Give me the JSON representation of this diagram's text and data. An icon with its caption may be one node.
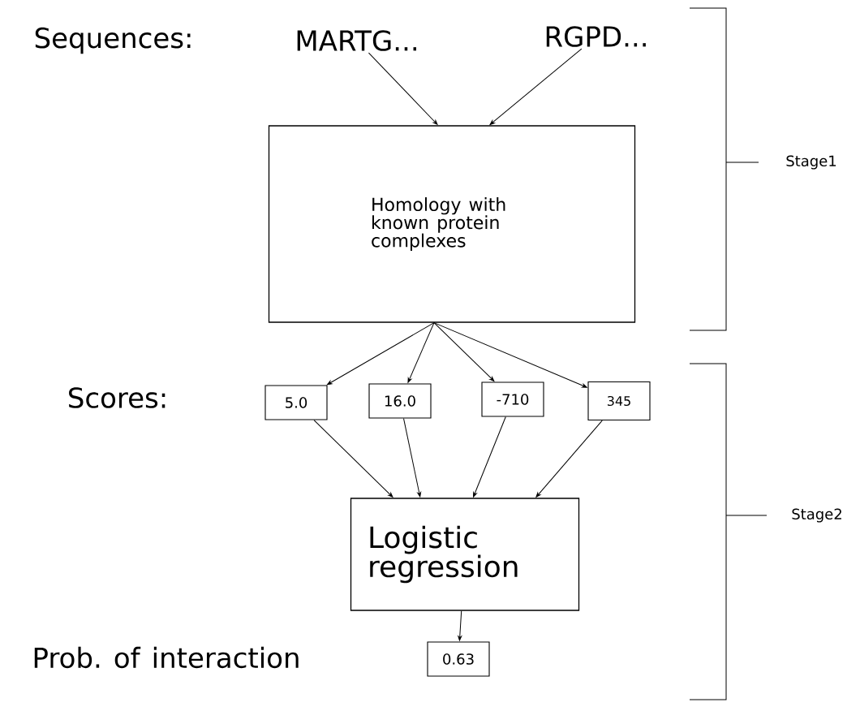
{
  "diagram": {
    "nodes": [
      {
        "text": [
          "MARTG..."
        ]
      },
      {
        "text": [
          "RGPD..."
        ]
      },
      {
        "text": [
          "Homology with known protein complexes"
        ]
      },
      {
        "text": [
          "5.0"
        ]
      },
      {
        "text": [
          "16.0"
        ]
      },
      {
        "text": [
          "-710"
        ]
      },
      {
        "text": [
          "345"
        ]
      },
      {
        "text": [
          "Logistic regression"
        ]
      },
      {
        "text": [
          "0.63"
        ]
      }
    ],
    "edges": [
      {
        "from": 0,
        "to": 2,
        "arrow": "to"
      },
      {
        "from": 1,
        "to": 2,
        "arrow": "to"
      },
      {
        "from": 2,
        "to": 3,
        "arrow": "to"
      },
      {
        "from": 2,
        "to": 4,
        "arrow": "to"
      },
      {
        "from": 2,
        "to": 5,
        "arrow": "to"
      },
      {
        "from": 2,
        "to": 6,
        "arrow": "to"
      },
      {
        "from": 3,
        "to": 7,
        "arrow": "to"
      },
      {
        "from": 4,
        "to": 7,
        "arrow": "to"
      },
      {
        "from": 5,
        "to": 7,
        "arrow": "to"
      },
      {
        "from": 6,
        "to": 7,
        "arrow": "to"
      },
      {
        "from": 7,
        "to": 8,
        "arrow": "to"
      }
    ],
    "labels": [
      "Sequences:",
      "Scores:",
      "Prob. of interaction",
      "Stage1",
      "Stage2"
    ]
  }
}
